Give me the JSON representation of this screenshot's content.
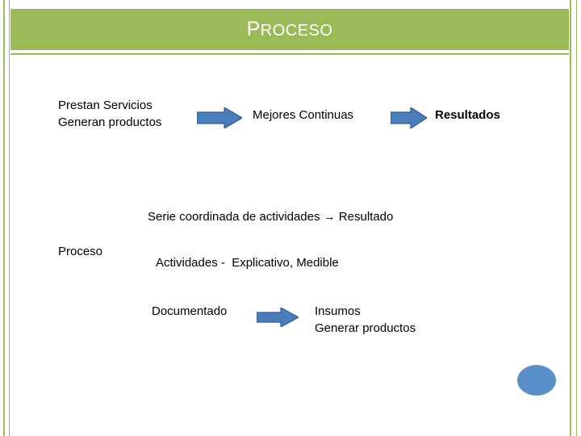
{
  "slide": {
    "title": {
      "first_letter": "P",
      "rest": "ROCESO",
      "full": "PROCESO"
    },
    "band_color": "#9bbb59",
    "frame_color": "#9bbb59",
    "arrow_color": "#4a7ebb",
    "circle_color": "#5b8fc9",
    "blocks": {
      "prestan_servicios": "Prestan Servicios\nGeneran productos",
      "mejores_continuas": "Mejores Continuas",
      "resultados": "Resultados",
      "serie": "Serie coordinada de actividades → Resultado",
      "proceso": "Proceso",
      "actividades": "Actividades -  Explicativo, Medible",
      "documentado": "Documentado",
      "insumos": "Insumos\nGenerar productos"
    }
  }
}
